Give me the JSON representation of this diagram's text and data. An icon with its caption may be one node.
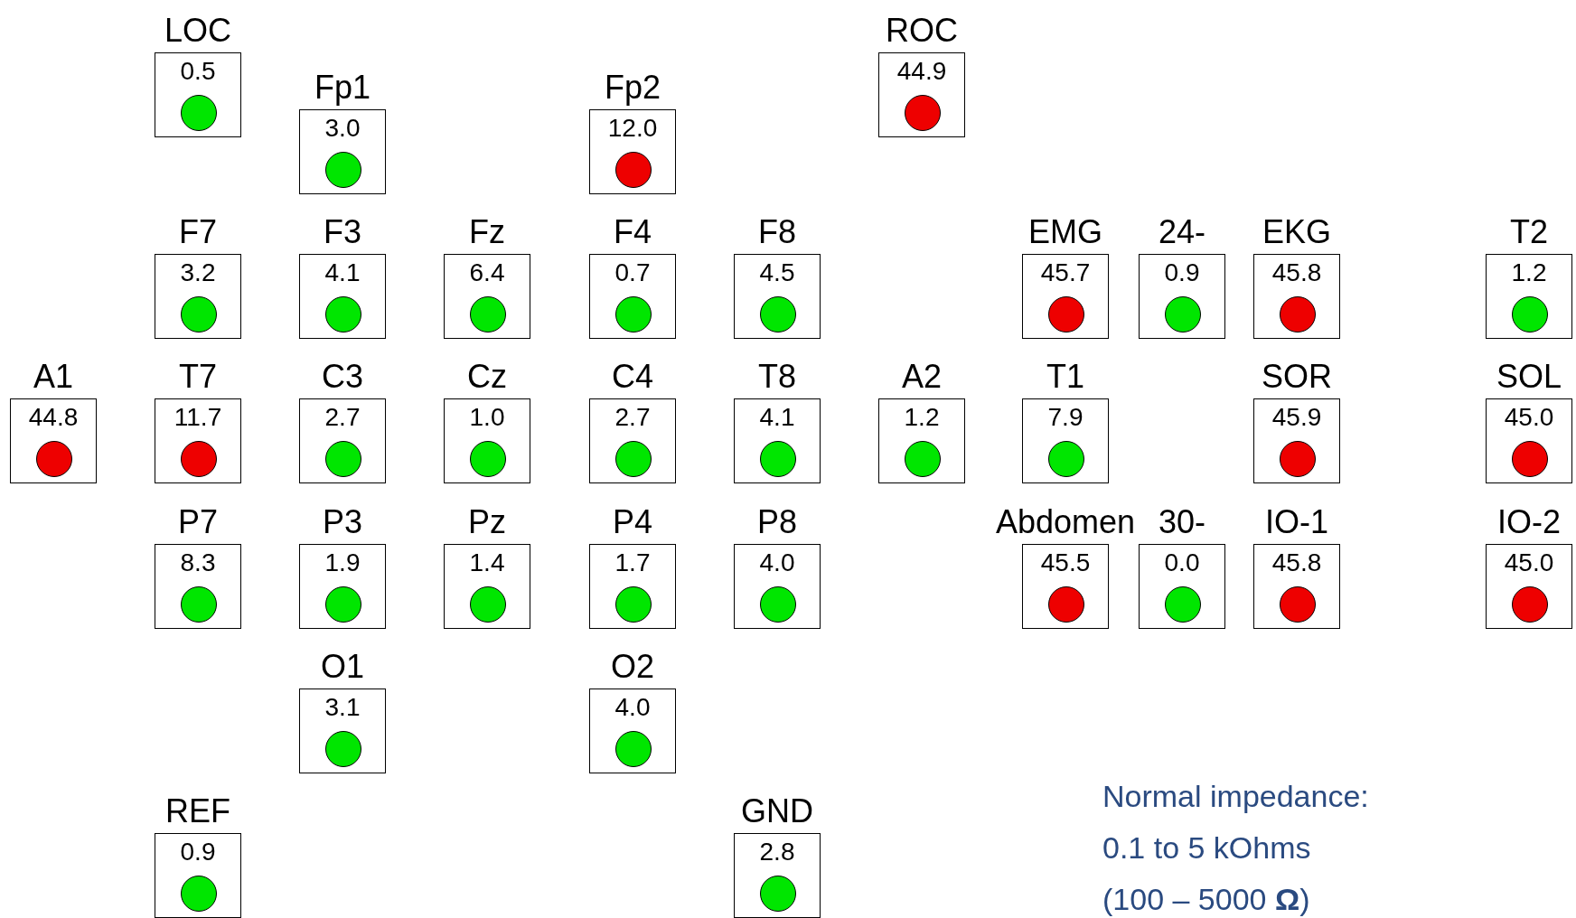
{
  "diagram": {
    "nodes": [
      {
        "text": [
          "LOC",
          "0.5"
        ]
      },
      {
        "text": [
          "ROC",
          "44.9"
        ]
      },
      {
        "text": [
          "Fp1",
          "3.0"
        ]
      },
      {
        "text": [
          "Fp2",
          "12.0"
        ]
      },
      {
        "text": [
          "F7",
          "3.2"
        ]
      },
      {
        "text": [
          "F3",
          "4.1"
        ]
      },
      {
        "text": [
          "Fz",
          "6.4"
        ]
      },
      {
        "text": [
          "F4",
          "0.7"
        ]
      },
      {
        "text": [
          "F8",
          "4.5"
        ]
      },
      {
        "text": [
          "EMG",
          "45.7"
        ]
      },
      {
        "text": [
          "24-",
          "0.9"
        ]
      },
      {
        "text": [
          "EKG",
          "45.8"
        ]
      },
      {
        "text": [
          "T2",
          "1.2"
        ]
      },
      {
        "text": [
          "A1",
          "44.8"
        ]
      },
      {
        "text": [
          "T7",
          "11.7"
        ]
      },
      {
        "text": [
          "C3",
          "2.7"
        ]
      },
      {
        "text": [
          "Cz",
          "1.0"
        ]
      },
      {
        "text": [
          "C4",
          "2.7"
        ]
      },
      {
        "text": [
          "T8",
          "4.1"
        ]
      },
      {
        "text": [
          "A2",
          "1.2"
        ]
      },
      {
        "text": [
          "T1",
          "7.9"
        ]
      },
      {
        "text": [
          "SOR",
          "45.9"
        ]
      },
      {
        "text": [
          "SOL",
          "45.0"
        ]
      },
      {
        "text": [
          "P7",
          "8.3"
        ]
      },
      {
        "text": [
          "P3",
          "1.9"
        ]
      },
      {
        "text": [
          "Pz",
          "1.4"
        ]
      },
      {
        "text": [
          "P4",
          "1.7"
        ]
      },
      {
        "text": [
          "P8",
          "4.0"
        ]
      },
      {
        "text": [
          "Abdomen",
          "45.5"
        ]
      },
      {
        "text": [
          "30-",
          "0.0"
        ]
      },
      {
        "text": [
          "IO-1",
          "45.8"
        ]
      },
      {
        "text": [
          "IO-2",
          "45.0"
        ]
      },
      {
        "text": [
          "O1",
          "3.1"
        ]
      },
      {
        "text": [
          "O2",
          "4.0"
        ]
      },
      {
        "text": [
          "REF",
          "0.9"
        ]
      },
      {
        "text": [
          "GND",
          "2.8"
        ]
      }
    ],
    "labels": [
      "Normal impedance: 0.1 to 5 kOhms (100 – 5000 **Ω**)"
    ]
  }
}
